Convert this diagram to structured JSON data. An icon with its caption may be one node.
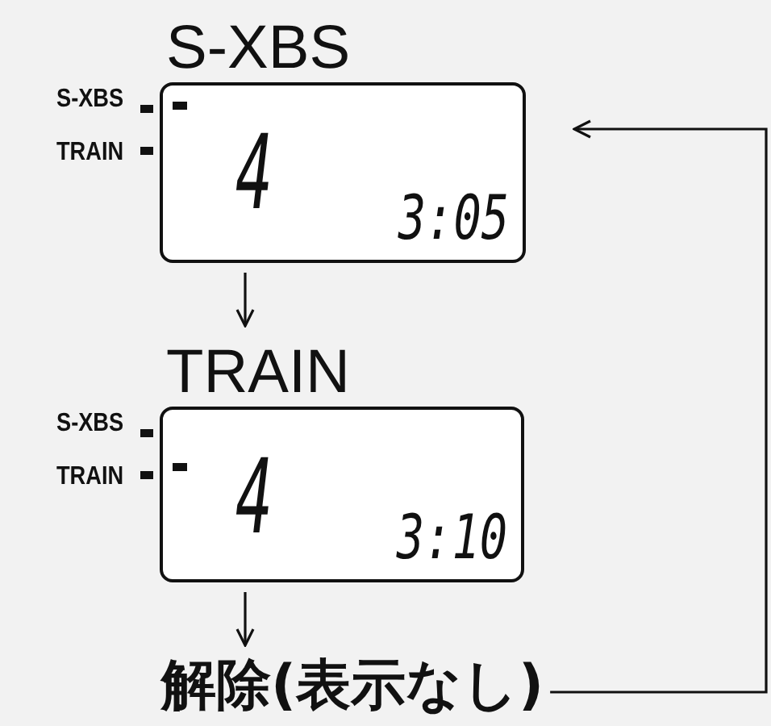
{
  "diagram": {
    "nodes": [
      {
        "text": [
          "S-XBS",
          "4",
          "3:05"
        ],
        "beside": [
          "S-XBS",
          "TRAIN"
        ]
      },
      {
        "text": [
          "TRAIN",
          "4",
          "3:10"
        ],
        "beside": [
          "S-XBS",
          "TRAIN"
        ]
      },
      {
        "text": [
          "解除(表示なし)"
        ]
      }
    ],
    "edges": [
      {
        "from": 0,
        "to": 1,
        "arrow": "to"
      },
      {
        "from": 1,
        "to": 2,
        "arrow": "to"
      },
      {
        "from": 2,
        "to": 0,
        "arrow": "to"
      }
    ]
  }
}
